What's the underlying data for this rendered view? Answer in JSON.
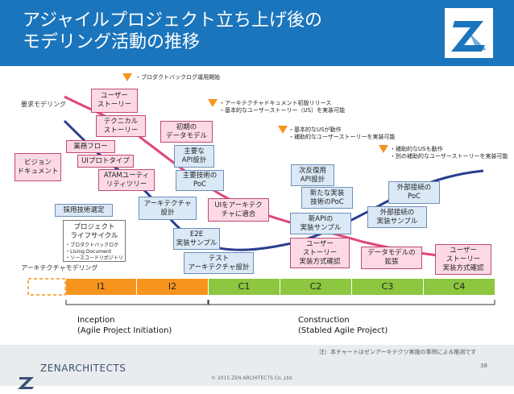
{
  "title": "アジャイルプロジェクト立ち上げ後の\nモデリング活動の推移",
  "axis": {
    "top_label": "要求モデリング",
    "bottom_label": "アーキテクチャモデリング"
  },
  "annotations": [
    {
      "id": "a1",
      "text": "・プロダクトバックログ運用開始"
    },
    {
      "id": "a2",
      "text": "・アーキテクチャドキュメント初版リリース\n・基本的なユーザーストーリー（US）を実装可能"
    },
    {
      "id": "a3",
      "text": "・基本的なUSが動作\n・補助的なユーザーストーリーを実装可能"
    },
    {
      "id": "a4",
      "text": "・補助的なUSも動作\n・別の補助的なユーザーストーリーを実装可能"
    }
  ],
  "boxes": {
    "user_story": "ユーザー\nストーリー",
    "technical_story": "テクニカル\nストーリー",
    "initial_data_model": "初期の\nデータモデル",
    "business_flow": "業務フロー",
    "vision_doc": "ビジョン\nドキュメント",
    "ui_prototype": "UIプロトタイプ",
    "main_api_design": "主要な\nAPI設計",
    "atam_utility_tree": "ATAMユーティ\nリティツリー",
    "main_tech_poc": "主要技術の\nPoC",
    "tech_selection": "採用技術選定",
    "architecture_design": "アーキテクチャ\n設計",
    "ui_architecture": "UIをアーキテク\nチャに適合",
    "secondary_api_design": "次反復用\nAPI設計",
    "new_tech_poc": "新たな実装\n技術のPoC",
    "external_poc": "外部接続の\nPoC",
    "project_lifecycle": "プロジェクト\nライフサイクル",
    "lifecycle_items": "・プロダクトバックログ\n・Living Document\n・ソースコードリポジトリ",
    "e2e_sample": "E2E\n実装サンプル",
    "new_api_sample": "新APIの\n実装サンプル",
    "external_sample": "外部接続の\n実装サンプル",
    "test_arch_design": "テスト\nアーキテクチャ設計",
    "us_impl_confirm": "ユーザー\nストーリー\n実装方式確認",
    "data_model_expand": "データモデルの\n拡張",
    "us_impl_confirm_2": "ユーザー\nストーリー\n実装方式確認"
  },
  "iterations": [
    "I1",
    "I2",
    "C1",
    "C2",
    "C3",
    "C4"
  ],
  "phases": {
    "inception": "Inception\n(Agile Project Initiation)",
    "construction": "Construction\n(Stabled Agile Project)"
  },
  "footer": {
    "note": "注）本チャートはゼンアーキテクツ実施の事例による推測です",
    "page": "38",
    "company": "ZENARCHITECTS",
    "copyright": "© 2015 ZEN ARCHITECTS Co.,Ltd."
  },
  "colors": {
    "header": "#1b75bc",
    "inception_bar": "#f7941d",
    "construction_bar": "#8dc63f",
    "pink_line": "#e0457b",
    "blue_line": "#2b3d8f",
    "marker": "#f7941d"
  }
}
